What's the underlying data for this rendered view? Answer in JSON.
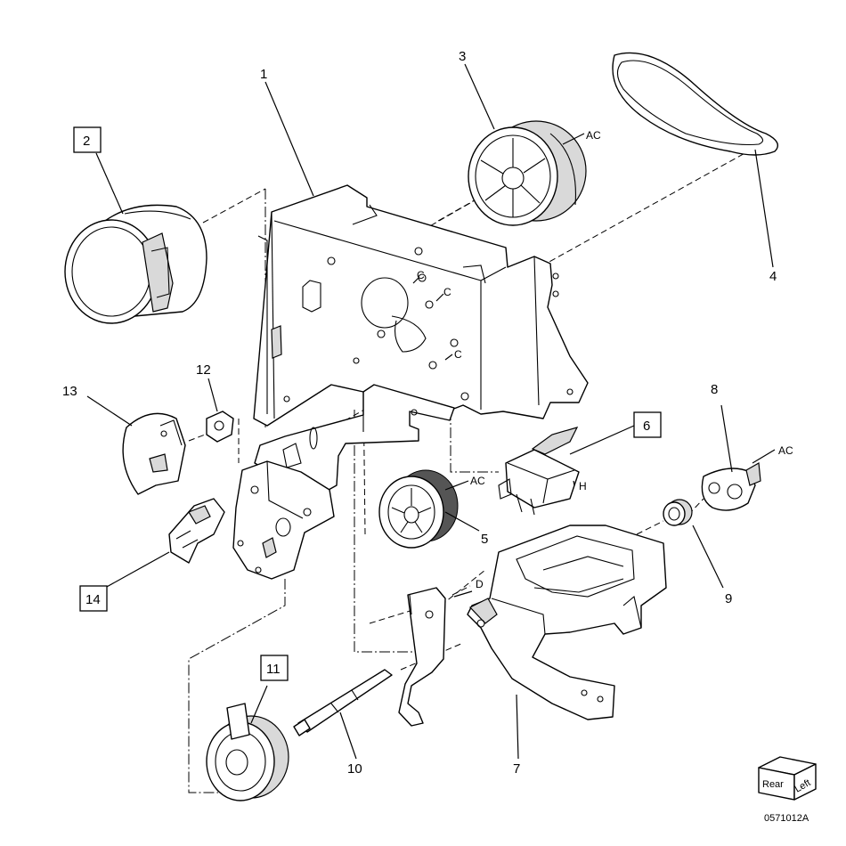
{
  "diagram": {
    "callouts": [
      {
        "id": "1",
        "label": "1",
        "boxed": false
      },
      {
        "id": "2",
        "label": "2",
        "boxed": true
      },
      {
        "id": "3",
        "label": "3",
        "boxed": false
      },
      {
        "id": "4",
        "label": "4",
        "boxed": false
      },
      {
        "id": "5",
        "label": "5",
        "boxed": false
      },
      {
        "id": "6",
        "label": "6",
        "boxed": true
      },
      {
        "id": "7",
        "label": "7",
        "boxed": false
      },
      {
        "id": "8",
        "label": "8",
        "boxed": false
      },
      {
        "id": "9",
        "label": "9",
        "boxed": false
      },
      {
        "id": "10",
        "label": "10",
        "boxed": false
      },
      {
        "id": "11",
        "label": "11",
        "boxed": true
      },
      {
        "id": "12",
        "label": "12",
        "boxed": false
      },
      {
        "id": "13",
        "label": "13",
        "boxed": false
      },
      {
        "id": "14",
        "label": "14",
        "boxed": true
      }
    ],
    "references": {
      "ac_gear3": "AC",
      "ac_gear5": "AC",
      "ac_part8": "AC",
      "c1": "C",
      "c2": "C",
      "c3": "C",
      "d": "D",
      "h": "H"
    },
    "orientation": {
      "rear": "Rear",
      "left": "Left"
    },
    "figure_code": "0571012A"
  }
}
